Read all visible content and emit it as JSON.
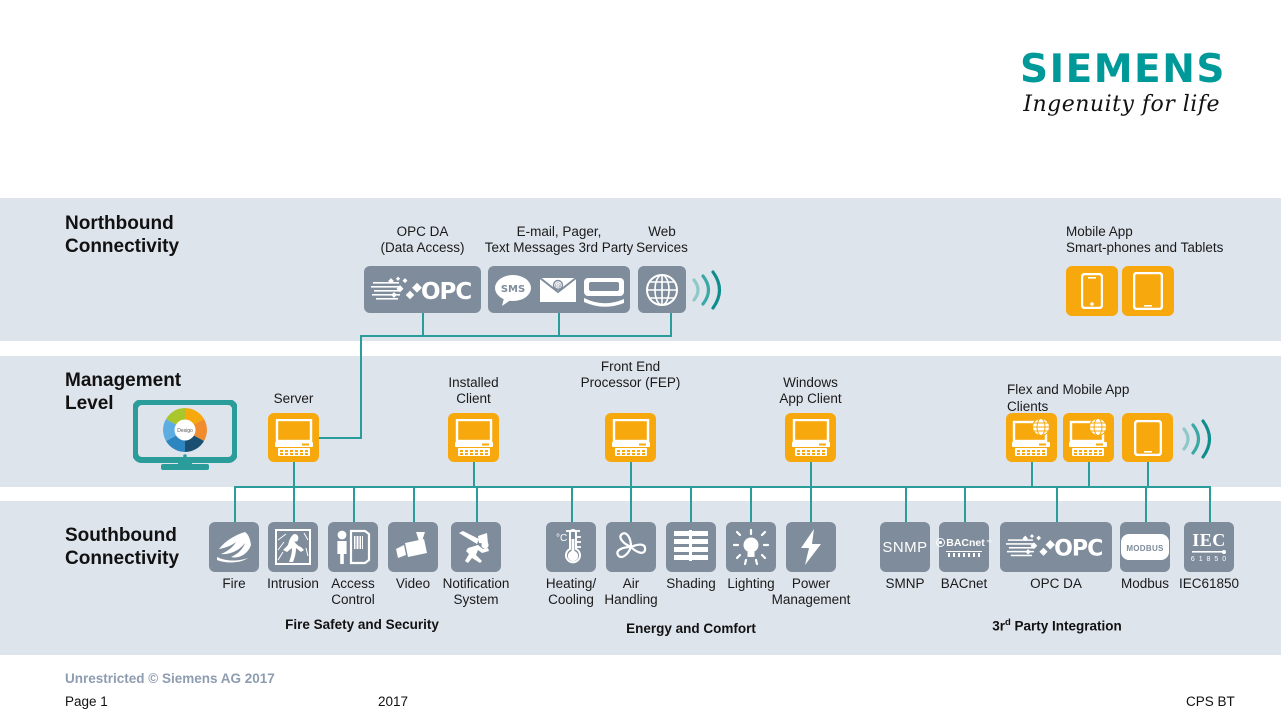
{
  "brand": {
    "wordmark": "SIEMENS",
    "tagline": "Ingenuity for life",
    "teal": "#009999",
    "orange": "#f7a80d",
    "gray_tile": "#7f8c9b",
    "band_bg": "#dee4ec",
    "wire": "#2a9d9b"
  },
  "bands": {
    "northbound": {
      "title": "Northbound\nConnectivity"
    },
    "management": {
      "title": "Management\nLevel"
    },
    "southbound": {
      "title": "Southbound\nConnectivity"
    }
  },
  "northbound": {
    "nodes": [
      {
        "id": "opc-da",
        "label": "OPC DA\n(Data Access)",
        "icon": "opc-logo-icon"
      },
      {
        "id": "messaging",
        "label": "E-mail, Pager,\nText Messages 3rd Party",
        "icon": "sms-envelope-pager-icon"
      },
      {
        "id": "web-services",
        "label": "Web\nServices",
        "icon": "globe-icon"
      }
    ],
    "mobile": {
      "label": "Mobile App\nSmart-phones and Tablets",
      "items": [
        {
          "id": "smartphone",
          "icon": "smartphone-icon"
        },
        {
          "id": "tablet",
          "icon": "tablet-icon"
        }
      ]
    }
  },
  "management": {
    "monitor": {
      "id": "desigo-monitor",
      "icon": "desigo-monitor-icon",
      "center_text": "Desigo"
    },
    "nodes": [
      {
        "id": "server",
        "label": "Server",
        "icon": "workstation-icon"
      },
      {
        "id": "installed-client",
        "label": "Installed\nClient",
        "icon": "workstation-icon"
      },
      {
        "id": "fep",
        "label": "Front End\nProcessor (FEP)",
        "icon": "workstation-icon"
      },
      {
        "id": "windows-app-client",
        "label": "Windows\nApp Client",
        "icon": "workstation-icon"
      }
    ],
    "flex_group": {
      "label": "Flex and Mobile App\n Clients",
      "items": [
        {
          "id": "flex-client-1",
          "icon": "workstation-globe-icon"
        },
        {
          "id": "flex-client-2",
          "icon": "workstation-globe-icon"
        },
        {
          "id": "mobile-tablet",
          "icon": "tablet-icon"
        }
      ]
    }
  },
  "southbound": {
    "groups": [
      {
        "id": "fire-safety-security",
        "caption": "Fire Safety and Security",
        "items": [
          {
            "id": "fire",
            "label": "Fire",
            "icon": "flame-icon"
          },
          {
            "id": "intrusion",
            "label": "Intrusion",
            "icon": "intruder-window-icon"
          },
          {
            "id": "access-control",
            "label": "Access\nControl",
            "icon": "person-door-icon"
          },
          {
            "id": "video",
            "label": "Video",
            "icon": "cctv-camera-icon"
          },
          {
            "id": "notification-system",
            "label": "Notification\nSystem",
            "icon": "running-person-horn-icon"
          }
        ]
      },
      {
        "id": "energy-comfort",
        "caption": "Energy and Comfort",
        "items": [
          {
            "id": "heating-cooling",
            "label": "Heating/\nCooling",
            "icon": "thermometer-icon",
            "icon_text": "°C"
          },
          {
            "id": "air-handling",
            "label": "Air\nHandling",
            "icon": "fan-blades-icon"
          },
          {
            "id": "shading",
            "label": "Shading",
            "icon": "blinds-icon"
          },
          {
            "id": "lighting",
            "label": "Lighting",
            "icon": "lightbulb-rays-icon"
          },
          {
            "id": "power-management",
            "label": "Power\nManagement",
            "icon": "lightning-bolt-icon"
          }
        ]
      },
      {
        "id": "third-party-integration",
        "caption": "3rd Party Integration",
        "items": [
          {
            "id": "snmp",
            "label": "SMNP",
            "icon": "snmp-logo-icon",
            "icon_text": "SNMP"
          },
          {
            "id": "bacnet",
            "label": "BACnet",
            "icon": "bacnet-logo-icon",
            "icon_text": "BACnet"
          },
          {
            "id": "opc-da-south",
            "label": "OPC DA",
            "icon": "opc-logo-icon",
            "icon_text": "OPC"
          },
          {
            "id": "modbus",
            "label": "Modbus",
            "icon": "modbus-logo-icon",
            "icon_text": "MODBUS"
          },
          {
            "id": "iec61850",
            "label": "IEC61850",
            "icon": "iec-logo-icon",
            "icon_text": "IEC",
            "icon_subtext": "6 1 8 5 0"
          }
        ]
      }
    ]
  },
  "footer": {
    "unrestricted": "Unrestricted © Siemens AG 2017",
    "page": "Page 1",
    "year": "2017",
    "department": "CPS BT"
  }
}
